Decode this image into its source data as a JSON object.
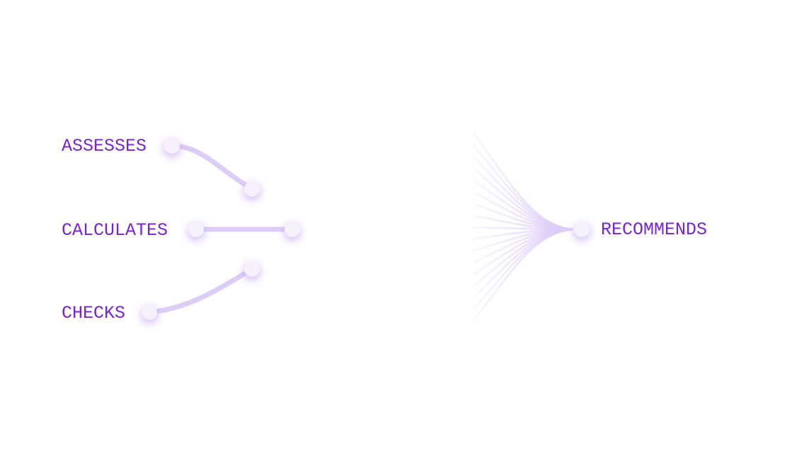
{
  "diagram": {
    "left_labels": [
      "ASSESSES",
      "CALCULATES",
      "CHECKS"
    ],
    "right_label": "RECOMMENDS",
    "colors": {
      "label": "#7a22d8",
      "connector": "#dccdf6",
      "node_fill": "#f6f2fd",
      "node_glow": "#c4a6f2"
    }
  }
}
